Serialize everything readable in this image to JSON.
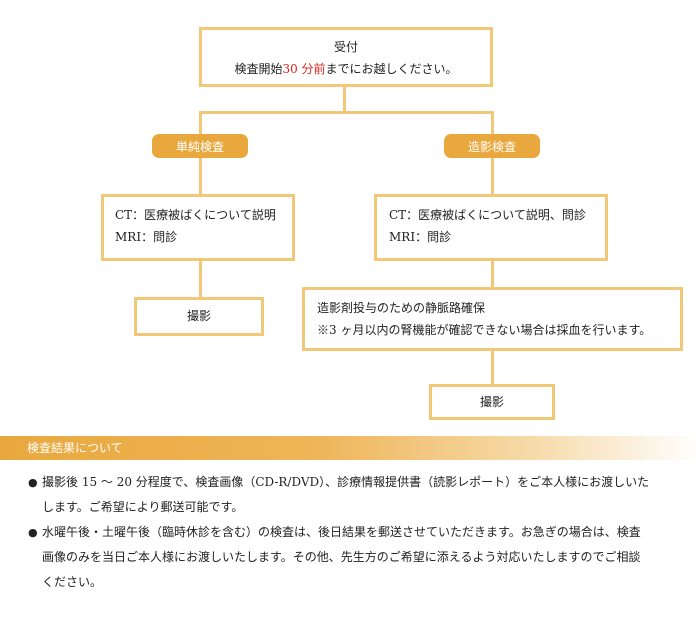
{
  "reception": {
    "title": "受付",
    "line_prefix": "検査開始",
    "line_highlight": "30 分前",
    "line_suffix": "までにお越しください。"
  },
  "branches": {
    "plain": {
      "label": "単純検査",
      "explain_1": "CT：医療被ばくについて説明",
      "explain_2": "MRI：問診",
      "shoot": "撮影"
    },
    "contrast": {
      "label": "造影検査",
      "explain_1": "CT：医療被ばくについて説明、問診",
      "explain_2": "MRI：問診",
      "venous_1": "造影剤投与のための静脈路確保",
      "venous_2": "※3 ヶ月以内の腎機能が確認できない場合は採血を行います。",
      "shoot": "撮影"
    }
  },
  "results": {
    "header": "検査結果について",
    "items": [
      {
        "bullet": "●",
        "line1": "撮影後 15 〜 20 分程度で、検査画像（CD-R/DVD）、診療情報提供書（読影レポート）をご本人様にお渡しいた",
        "line2": "します。ご希望により郵送可能です。"
      },
      {
        "bullet": "●",
        "line1": "水曜午後・土曜午後（臨時休診を含む）の検査は、後日結果を郵送させていただきます。お急ぎの場合は、検査",
        "line2": "画像のみを当日ご本人様にお渡しいたします。その他、先生方のご希望に添えるよう対応いたしますのでご相談",
        "line3": "ください。"
      }
    ]
  }
}
